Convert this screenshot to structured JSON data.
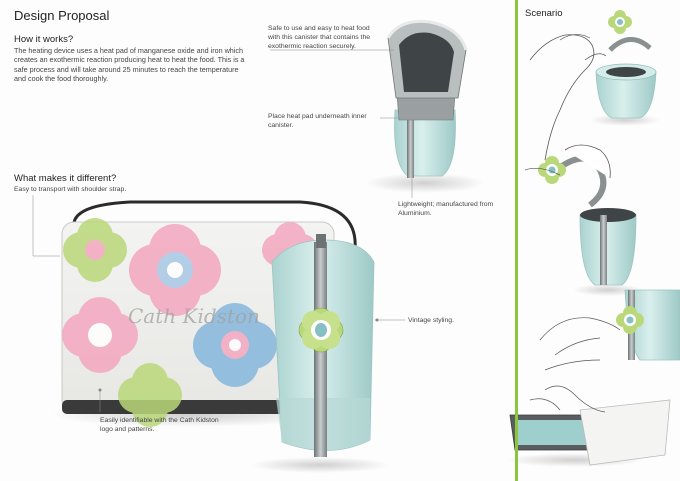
{
  "title": "Design Proposal",
  "how": {
    "heading": "How it works?",
    "body": "The heating device uses a heat pad of manganese oxide and iron which creates an exothermic reaction producing heat to heat the food. This is a safe process and will take around 25 minutes to reach the temperature and cook the food thoroughly."
  },
  "different": {
    "heading": "What makes it different?",
    "strap": "Easy to transport with shoulder strap."
  },
  "annotations": {
    "safe": "Safe to use and easy to heat food with this canister that contains the exothermic reaction securely.",
    "heatpad": "Place heat pad underneath inner canister.",
    "lightweight": "Lightweight; manufactured from Aluminium.",
    "vintage": "Vintage styling.",
    "logo": "Easily identifiable with the Cath Kidston logo and patterns."
  },
  "brand_logo": "Cath Kidston",
  "scenario": {
    "title": "Scenario"
  },
  "colors": {
    "accent_green": "#8cc63e",
    "canister_blue": "#bfe0de",
    "strap_grey": "#8a8f90",
    "flower_pink": "#f48fb1",
    "flower_blue": "#86b7dc",
    "flower_green": "#b9d87a"
  }
}
